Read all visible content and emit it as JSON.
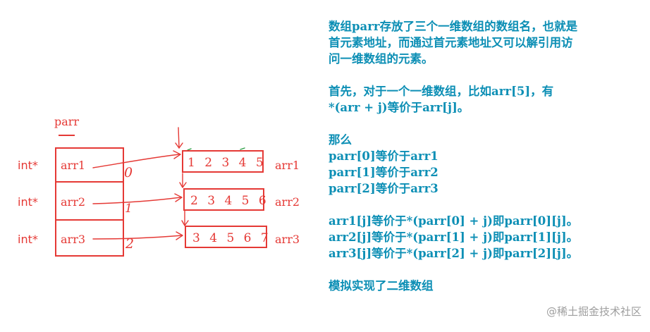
{
  "diagram": {
    "pointer_array_label": "parr",
    "rows": [
      {
        "type": "int*",
        "slot": "arr1",
        "values": "1 2 3 4 5",
        "array_name": "arr1",
        "index_mark": "0"
      },
      {
        "type": "int*",
        "slot": "arr2",
        "values": "2 3 4 5 6",
        "array_name": "arr2",
        "index_mark": "1"
      },
      {
        "type": "int*",
        "slot": "arr3",
        "values": "3 4 5 6 7",
        "array_name": "arr3",
        "index_mark": "2"
      }
    ]
  },
  "notes": [
    "数组parr存放了三个一维数组的数组名，也就是",
    "首元素地址，而通过首元素地址又可以解引用访",
    "问一维数组的元素。",
    "",
    "首先，对于一个一维数组，比如arr[5]，有",
    "*(arr + j)等价于arr[j]。",
    "",
    "那么",
    "parr[0]等价于arr1",
    "parr[1]等价于arr2",
    "parr[2]等价于arr3",
    "",
    "arr1[j]等价于*(parr[0] + j)即parr[0][j]。",
    "arr2[j]等价于*(parr[1] + j)即parr[1][j]。",
    "arr3[j]等价于*(parr[2] + j)即parr[2][j]。",
    "",
    "模拟实现了二维数组"
  ],
  "watermark": "@稀土掘金技术社区"
}
